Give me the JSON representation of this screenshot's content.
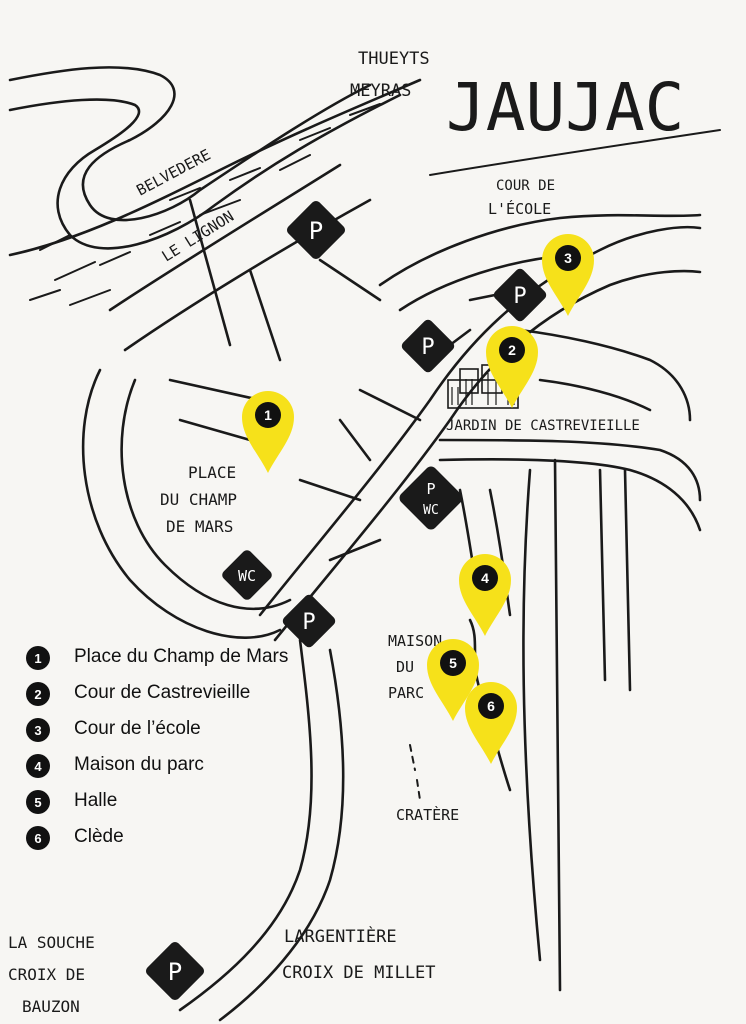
{
  "map": {
    "title": "JAUJAC",
    "direction_top": [
      "THUEYTS",
      "MEYRAS"
    ],
    "river_label": "LE LIGNON",
    "viewpoint_label": "BELVEDERE",
    "place_labels": {
      "cour_ecole": [
        "COUR DE",
        "L'ÉCOLE"
      ],
      "jardin": "JARDIN DE CASTREVIEILLE",
      "place_champ": [
        "PLACE",
        "DU CHAMP",
        "DE MARS"
      ],
      "maison_parc": [
        "MAISON",
        "DU",
        "PARC"
      ],
      "cratere": "CRATÈRE"
    },
    "direction_bottom_left": [
      "LA SOUCHE",
      "CROIX DE",
      "BAUZON"
    ],
    "direction_bottom_center": [
      "LARGENTIÈRE",
      "CROIX DE MILLET"
    ],
    "parking_label": "P",
    "wc_label": "WC",
    "parking_wc_label": [
      "P",
      "WC"
    ]
  },
  "markers": [
    {
      "num": "1"
    },
    {
      "num": "2"
    },
    {
      "num": "3"
    },
    {
      "num": "4"
    },
    {
      "num": "5"
    },
    {
      "num": "6"
    }
  ],
  "legend": [
    {
      "num": "1",
      "label": "Place du Champ de Mars"
    },
    {
      "num": "2",
      "label": "Cour de Castrevieille"
    },
    {
      "num": "3",
      "label": "Cour de l’école"
    },
    {
      "num": "4",
      "label": "Maison du parc"
    },
    {
      "num": "5",
      "label": "Halle"
    },
    {
      "num": "6",
      "label": "Clède"
    }
  ],
  "colors": {
    "marker_yellow": "#f6e11a",
    "ink": "#1a1a1a",
    "paper": "#f7f6f3"
  }
}
